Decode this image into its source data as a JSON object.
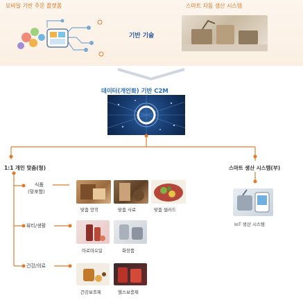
{
  "top": {
    "left_title": "모바일 기반 주문 플랫폼",
    "right_title": "스마트 자동 생산 시스템",
    "center_label": "기반 기술"
  },
  "hub": {
    "title": "데이터(개인화) 기반 C2M"
  },
  "left_branch": {
    "title": "1:1 개인 맞춤(형)",
    "categories": [
      {
        "name_line1": "식품",
        "name_line2": "(맞포함)",
        "items": [
          "맞춤 양곡",
          "맞춤 사료",
          "맞춤 샐러드"
        ]
      },
      {
        "name_line1": "뷰티/생활",
        "name_line2": "",
        "items": [
          "아로마오일",
          "화장품"
        ]
      },
      {
        "name_line1": "건강/의료",
        "name_line2": "",
        "items": [
          "건강보조제",
          "헬스보충제"
        ]
      }
    ]
  },
  "right_branch": {
    "title": "스마트 생산 시스템(부)",
    "item_label": "IoT 생산 시스템"
  },
  "colors": {
    "accent": "#e07a2a",
    "connector": "#e07a2a",
    "hub_blue": "#2f6fb5"
  }
}
